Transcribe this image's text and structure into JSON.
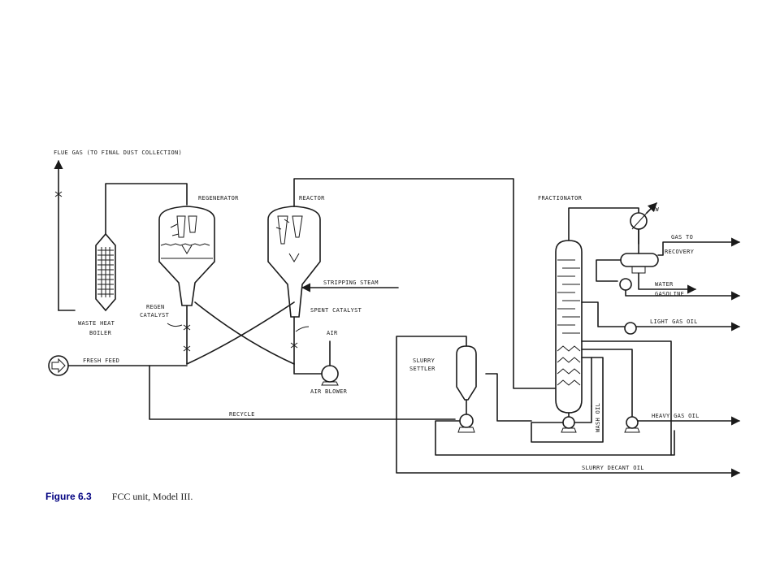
{
  "labels": {
    "flue_gas": "FLUE GAS (TO FINAL DUST COLLECTION)",
    "regenerator": "REGENERATOR",
    "reactor": "REACTOR",
    "fractionator": "FRACTIONATOR",
    "cw": "CW",
    "gas_to": "GAS TO",
    "recovery": "RECOVERY",
    "water": "WATER",
    "gasoline": "GASOLINE",
    "stripping_steam": "STRIPPING STEAM",
    "regen": "REGEN",
    "catalyst": "CATALYST",
    "spent_catalyst": "SPENT CATALYST",
    "waste_heat": "WASTE HEAT",
    "boiler": "BOILER",
    "air": "AIR",
    "fresh_feed": "FRESH FEED",
    "air_blower": "AIR BLOWER",
    "slurry": "SLURRY",
    "settler": "SETTLER",
    "light_gas_oil": "LIGHT GAS OIL",
    "heavy_gas_oil": "HEAVY GAS OIL",
    "wash_oil": "WASH OIL",
    "recycle": "RECYCLE",
    "slurry_decant_oil": "SLURRY DECANT OIL"
  },
  "caption": {
    "figure": "Figure 6.3",
    "text": "FCC unit, Model III."
  }
}
